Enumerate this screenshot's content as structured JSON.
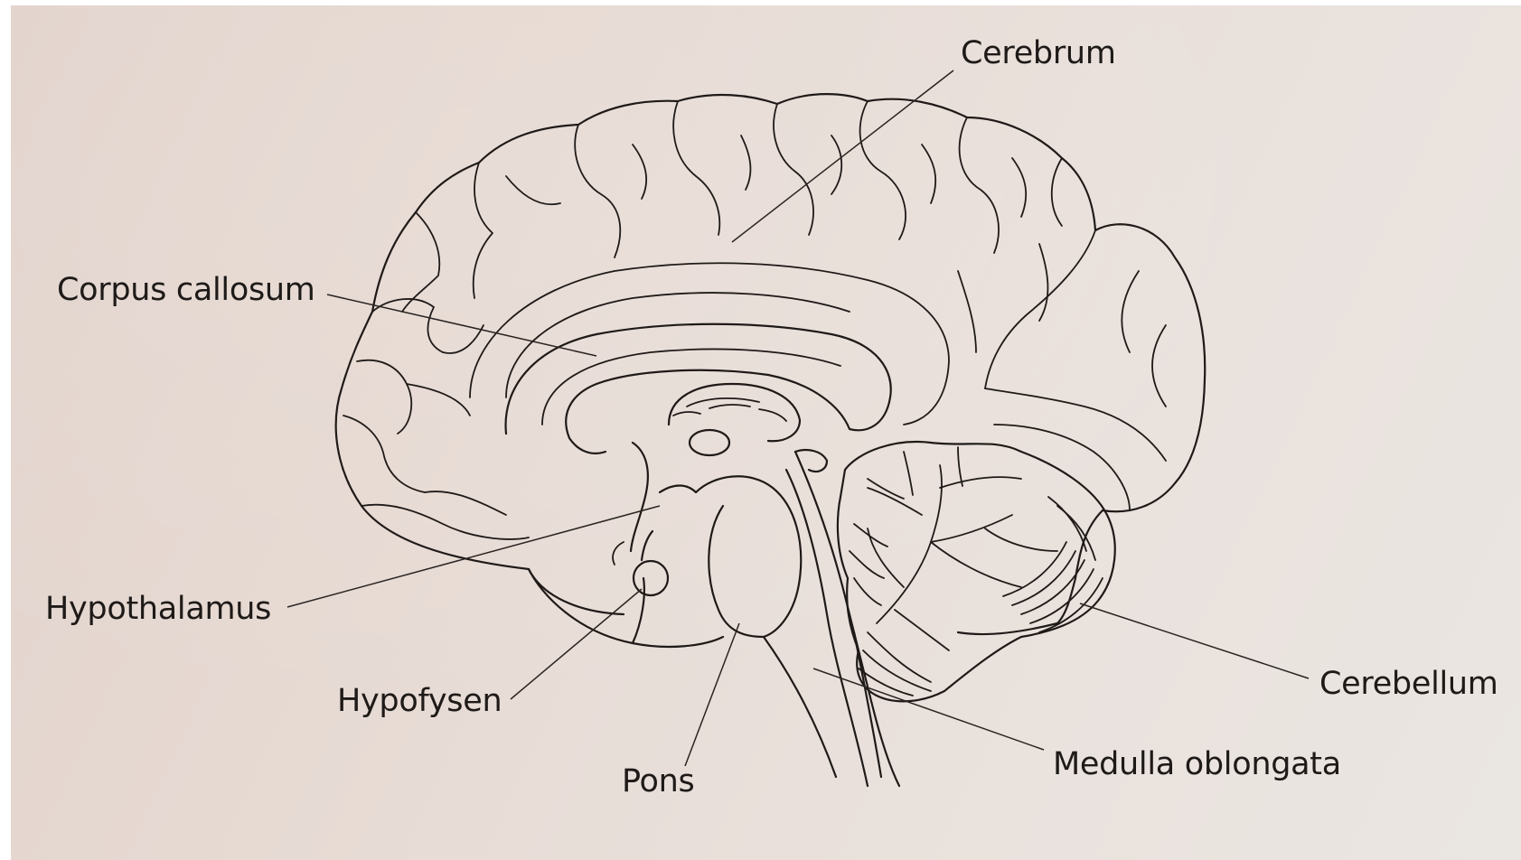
{
  "labels": {
    "cerebrum": "Cerebrum",
    "corpus_callosum": "Corpus callosum",
    "hypothalamus": "Hypothalamus",
    "hypofysen": "Hypofysen",
    "pons": "Pons",
    "cerebellum": "Cerebellum",
    "medulla_oblongata": "Medulla oblongata"
  },
  "colors": {
    "paper": "#e6dad3",
    "ink": "#1f1a18"
  }
}
